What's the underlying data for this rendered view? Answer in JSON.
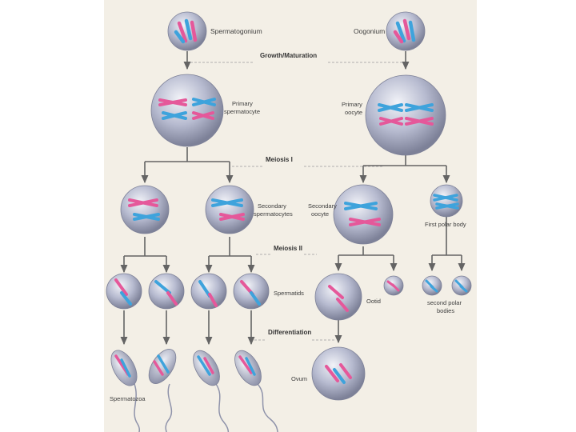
{
  "labels": {
    "spermatogonium": "Spermatogonium",
    "oogonium": "Oogonium",
    "primary_sperm_1": "Primary",
    "primary_sperm_2": "spermatocyte",
    "primary_oo_1": "Primary",
    "primary_oo_2": "oocyte",
    "secondary_sperm_1": "Secondary",
    "secondary_sperm_2": "spermatocytes",
    "secondary_oo_1": "Secondary",
    "secondary_oo_2": "oocyte",
    "first_polar_body": "First polar body",
    "spermatids": "Spermatids",
    "ootid": "Ootid",
    "second_polar_1": "second polar",
    "second_polar_2": "bodies",
    "ovum": "Ovum",
    "spermatozoa": "Spermatozoa"
  },
  "stages": {
    "growth": "Growth/Maturation",
    "meiosis1": "Meiosis I",
    "meiosis2": "Meiosis II",
    "differentiation": "Differentiation"
  },
  "colors": {
    "pink": "#e5589a",
    "blue": "#3ea3dc",
    "cell_light": "#eaecf4",
    "cell_mid": "#aeb2c9",
    "cell_dark": "#7d8198",
    "line": "#646464",
    "dash": "#9a9a9a"
  }
}
